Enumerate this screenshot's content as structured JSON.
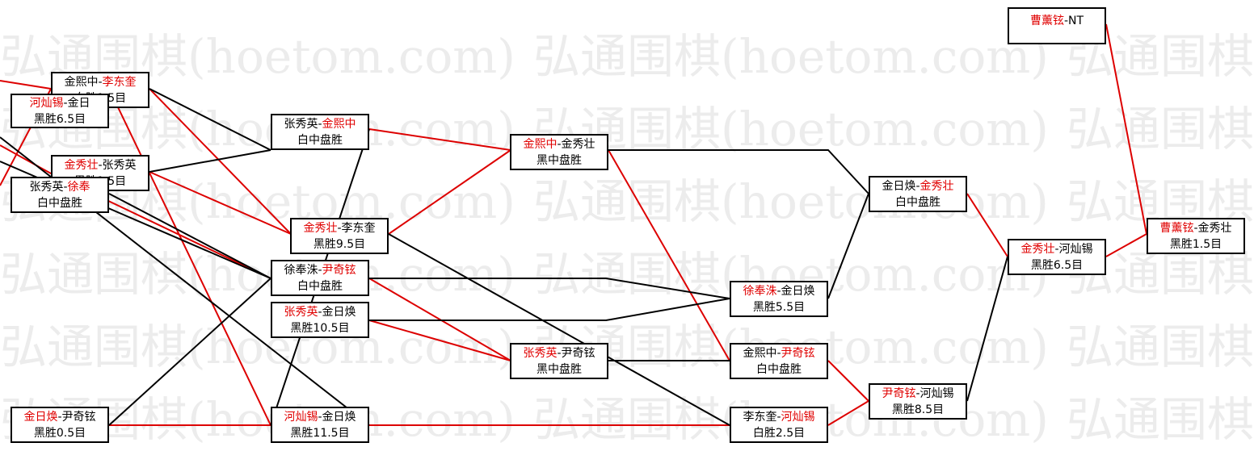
{
  "watermark": "弘通围棋(hoetom.com)",
  "colors": {
    "winner": "#e00000",
    "red_line": "#dd0000",
    "black_line": "#000000",
    "watermark": "#ececec"
  },
  "nodes": [
    {
      "id": "n1",
      "a": "金熙中",
      "sep": "-",
      "b": "李东奎",
      "winner": "b",
      "result": "白胜1.5目"
    },
    {
      "id": "n2",
      "a": "河灿锡",
      "sep": "-",
      "b": "金日",
      "winner": "a",
      "result": "黑胜6.5目"
    },
    {
      "id": "n3",
      "a": "金秀壮",
      "sep": "-",
      "b": "张秀英",
      "winner": "a",
      "result": "黑胜1.5目"
    },
    {
      "id": "n4",
      "a": "张秀英",
      "sep": "-",
      "b": "徐奉",
      "winner": "b",
      "result": "白中盘胜"
    },
    {
      "id": "n5",
      "a": "张秀英",
      "sep": "-",
      "b": "金熙中",
      "winner": "b",
      "result": "白中盘胜"
    },
    {
      "id": "n6",
      "a": "金秀壮",
      "sep": "-",
      "b": "李东奎",
      "winner": "a",
      "result": "黑胜9.5目"
    },
    {
      "id": "n7",
      "a": "徐奉洙",
      "sep": "-",
      "b": "尹奇铉",
      "winner": "b",
      "result": "白中盘胜"
    },
    {
      "id": "n8",
      "a": "张秀英",
      "sep": "-",
      "b": "金日焕",
      "winner": "a",
      "result": "黑胜10.5目"
    },
    {
      "id": "n9",
      "a": "金日焕",
      "sep": "-",
      "b": "尹奇铉",
      "winner": "a",
      "result": "黑胜0.5目"
    },
    {
      "id": "n10",
      "a": "河灿锡",
      "sep": "-",
      "b": "金日焕",
      "winner": "a",
      "result": "黑胜11.5目"
    },
    {
      "id": "n11",
      "a": "金熙中",
      "sep": "-",
      "b": "金秀壮",
      "winner": "a",
      "result": "黑中盘胜"
    },
    {
      "id": "n12",
      "a": "张秀英",
      "sep": "-",
      "b": "尹奇铉",
      "winner": "a",
      "result": "黑中盘胜"
    },
    {
      "id": "n13",
      "a": "徐奉洙",
      "sep": "-",
      "b": "金日焕",
      "winner": "a",
      "result": "黑胜5.5目"
    },
    {
      "id": "n14",
      "a": "金熙中",
      "sep": "-",
      "b": "尹奇铉",
      "winner": "b",
      "result": "白中盘胜"
    },
    {
      "id": "n15",
      "a": "李东奎",
      "sep": "-",
      "b": "河灿锡",
      "winner": "b",
      "result": "白胜2.5目"
    },
    {
      "id": "n16",
      "a": "金日焕",
      "sep": "-",
      "b": "金秀壮",
      "winner": "b",
      "result": "白中盘胜"
    },
    {
      "id": "n17",
      "a": "尹奇铉",
      "sep": "-",
      "b": "河灿锡",
      "winner": "a",
      "result": "黑胜8.5目"
    },
    {
      "id": "n18",
      "a": "金秀壮",
      "sep": "-",
      "b": "河灿锡",
      "winner": "a",
      "result": "黑胜6.5目"
    },
    {
      "id": "n19",
      "a": "曹薰铉",
      "sep": "-",
      "b": "金秀壮",
      "winner": "a",
      "result": "黑胜1.5目"
    },
    {
      "id": "n20",
      "a": "曹薰铉",
      "sep": "-",
      "b": "NT",
      "winner": "a",
      "result": ""
    }
  ]
}
